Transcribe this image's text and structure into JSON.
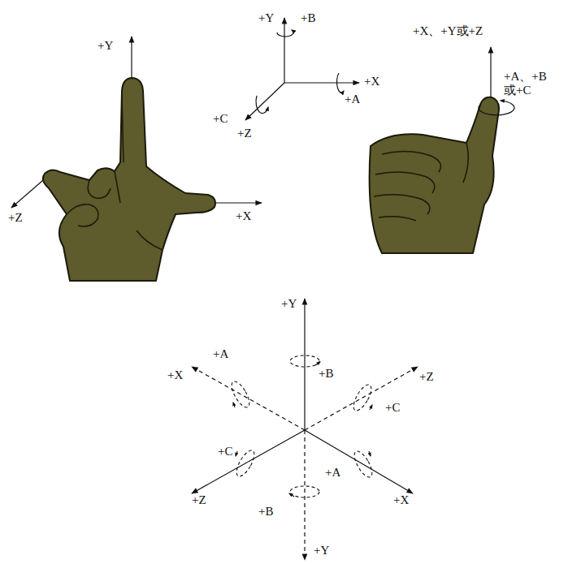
{
  "diagram": {
    "labels": [
      "+Y",
      "+Z",
      "+X",
      "+Y",
      "+B",
      "+X",
      "+A",
      "+C",
      "+Z",
      "+X、+Y或+Z",
      "+A、+B 或+C",
      "+Y",
      "+A",
      "+X",
      "+B",
      "+Z",
      "+C",
      "+C",
      "+Z",
      "+A",
      "+X",
      "+B",
      "+Y"
    ]
  }
}
